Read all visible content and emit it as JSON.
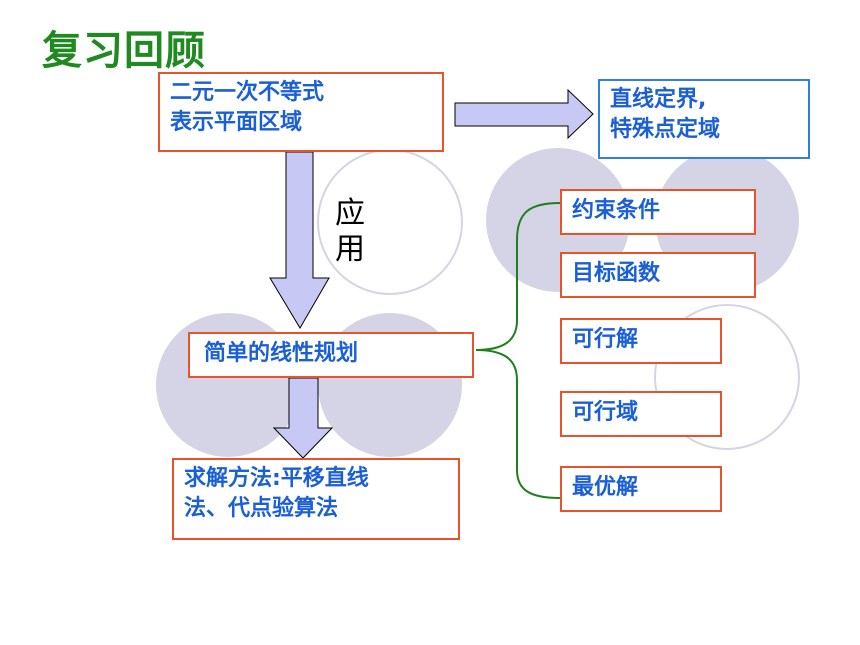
{
  "title": "复习回顾",
  "boxes": {
    "inequality": "二元一次不等式\n表示平面区域",
    "boundary": "直线定界,\n特殊点定域",
    "linear_programming": "简单的线性规划",
    "method": "求解方法:平移直线\n法、代点验算法",
    "constraints": "约束条件",
    "objective": "目标函数",
    "feasible_solution": "可行解",
    "feasible_region": "可行域",
    "optimal_solution": "最优解"
  },
  "apply_label": "应\n用",
  "colors": {
    "title": "#1f8a1f",
    "box_text": "#1a5fd6",
    "box_border_red": "#e8532c",
    "box_border_blue": "#2e7fe0",
    "arrow_fill": "#c8c8f5",
    "circle_fill": "#d4d4e6",
    "bracket": "#1f7f1f"
  }
}
